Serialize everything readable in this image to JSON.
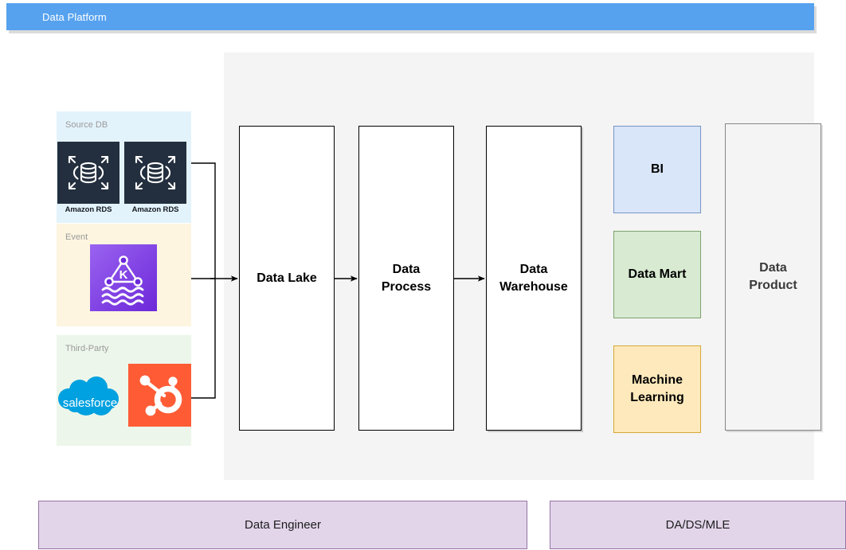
{
  "header": {
    "title": "Data Platform",
    "accent_color": "#56a2ef"
  },
  "sources": [
    {
      "label": "Source DB",
      "background": "#e3f3fc",
      "items": [
        {
          "name": "Amazon RDS",
          "icon": "amazon-rds-icon",
          "color": "#232f3e"
        },
        {
          "name": "Amazon RDS",
          "icon": "amazon-rds-icon",
          "color": "#232f3e"
        }
      ]
    },
    {
      "label": "Event",
      "background": "#fdf5e0",
      "items": [
        {
          "name": "",
          "icon": "amazon-msk-kafka-icon",
          "color": "#8c4fe8"
        }
      ]
    },
    {
      "label": "Third-Party",
      "background": "#edf6ea",
      "items": [
        {
          "name": "salesforce",
          "icon": "salesforce-icon",
          "color": "#00a1e0"
        },
        {
          "name": "",
          "icon": "hubspot-icon",
          "color": "#ff5c35"
        }
      ]
    }
  ],
  "pipeline": {
    "stages": [
      {
        "label": "Data Lake",
        "background": "#ffffff",
        "border": "#000000"
      },
      {
        "label": "Data\nProcess",
        "line1": "Data",
        "line2": "Process",
        "background": "#ffffff",
        "border": "#000000"
      },
      {
        "label": "Data\nWarehouse",
        "line1": "Data",
        "line2": "Warehouse",
        "background": "#ffffff",
        "border": "#000000"
      }
    ]
  },
  "consumption": [
    {
      "label": "BI",
      "background": "#d9e6fa",
      "border": "#7595c4"
    },
    {
      "label": "Data Mart",
      "background": "#d8ead1",
      "border": "#7ba36c"
    },
    {
      "label": "Machine\nLearning",
      "line1": "Machine",
      "line2": "Learning",
      "background": "#fde9bb",
      "border": "#d6a839"
    }
  ],
  "data_product": {
    "line1": "Data",
    "line2": "Product",
    "background": "#f4f4f4",
    "border": "#868686"
  },
  "roles": [
    {
      "label": "Data Engineer",
      "background": "#e2d5ea",
      "border": "#9673a6"
    },
    {
      "label": "DA/DS/MLE",
      "background": "#e2d5ea",
      "border": "#9673a6"
    }
  ]
}
